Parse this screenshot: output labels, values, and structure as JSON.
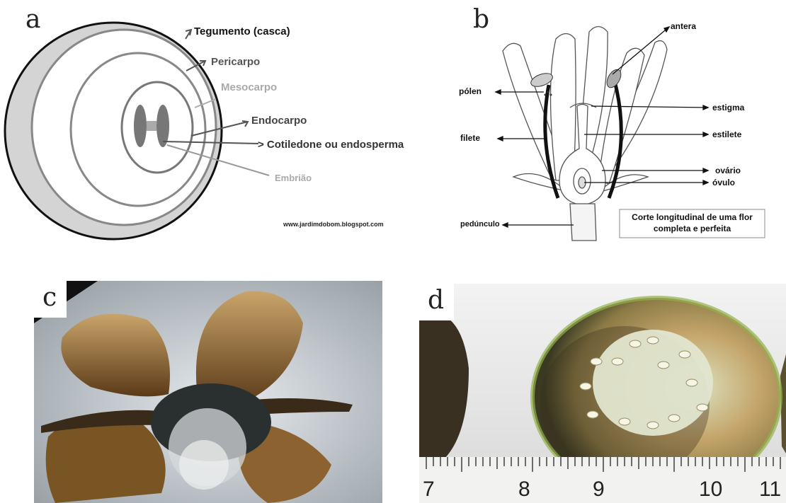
{
  "panel_a": {
    "letter": "a",
    "labels": {
      "tegumento": "Tegumento (casca)",
      "pericarpo": "Pericarpo",
      "mesocarpo": "Mesocarpo",
      "endocarpo": "Endocarpo",
      "cotiledone": "Cotiledone ou endosperma",
      "embriao": "Embrião"
    },
    "source": "www.jardimdobom.blogspot.com"
  },
  "panel_b": {
    "letter": "b",
    "labels": {
      "antera": "antera",
      "polen": "pólen",
      "estigma": "estigma",
      "filete": "filete",
      "estilete": "estilete",
      "ovario": "ovário",
      "ovulo": "óvulo",
      "pedunculo": "pedúnculo"
    },
    "caption_line1": "Corte longitudinal de uma flor",
    "caption_line2": "completa e perfeita"
  },
  "panel_c": {
    "letter": "c"
  },
  "panel_d": {
    "letter": "d",
    "ruler_numbers": [
      "7",
      "8",
      "9",
      "10",
      "11"
    ]
  }
}
